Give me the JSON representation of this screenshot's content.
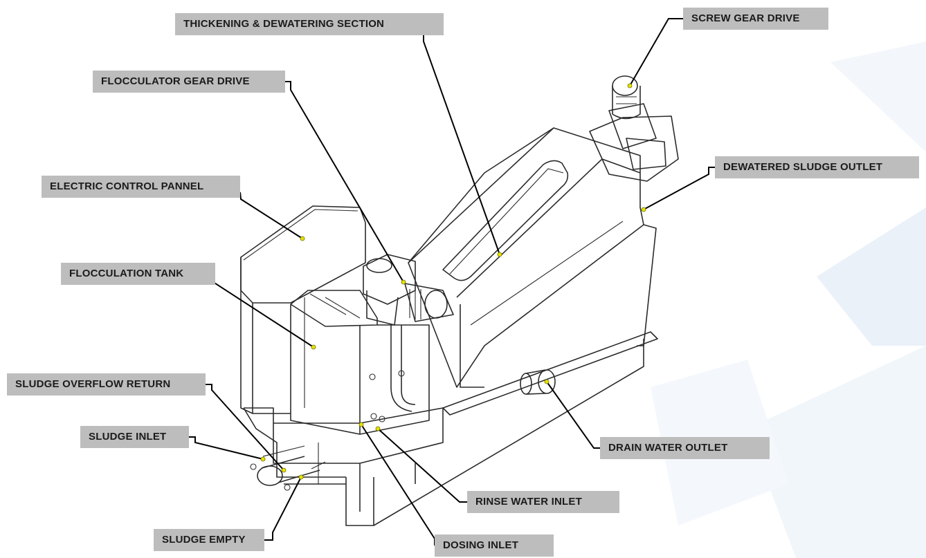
{
  "labels": {
    "screw_gear_drive": "SCREW GEAR DRIVE",
    "thickening_dewatering_section": "THICKENING & DEWATERING SECTION",
    "flocculator_gear_drive": "FLOCCULATOR GEAR DRIVE",
    "dewatered_sludge_outlet": "DEWATERED SLUDGE OUTLET",
    "electric_control_pannel": "ELECTRIC CONTROL PANNEL",
    "flocculation_tank": "FLOCCULATION TANK",
    "sludge_overflow_return": "SLUDGE OVERFLOW RETURN",
    "sludge_inlet": "SLUDGE INLET",
    "drain_water_outlet": "DRAIN WATER OUTLET",
    "rinse_water_inlet": "RINSE WATER INLET",
    "sludge_empty": "SLUDGE EMPTY",
    "dosing_inlet": "DOSING INLET"
  },
  "colors": {
    "label_background": "#bdbdbd",
    "label_text": "#1b1b1b",
    "leader_line": "#000000",
    "point_marker": "#e8e200",
    "drawing_line": "#2b2b2b",
    "background_accent": "#e9f0f8"
  }
}
